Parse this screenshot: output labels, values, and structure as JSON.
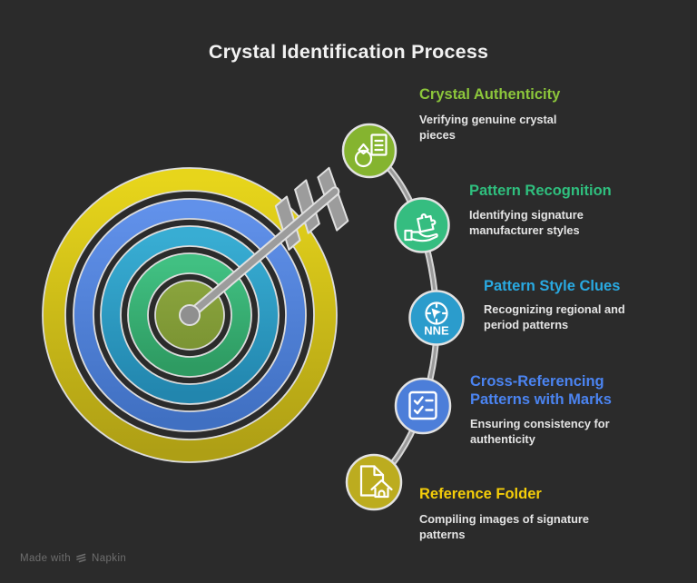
{
  "title": "Crystal Identification Process",
  "steps": [
    {
      "heading": "Crystal Authenticity",
      "description": "Verifying genuine crystal pieces",
      "heading_color": "#8CC63B",
      "circle_color": "#85B42F",
      "icon": "magnifier-ring-document-icon"
    },
    {
      "heading": "Pattern Recognition",
      "description": "Identifying signature manufacturer styles",
      "heading_color": "#2FBF7E",
      "circle_color": "#35BD80",
      "icon": "hand-holding-puzzle-icon"
    },
    {
      "heading": "Pattern Style Clues",
      "description": "Recognizing regional and period patterns",
      "heading_color": "#29A9E1",
      "circle_color": "#2B9CCC",
      "icon": "compass-icon",
      "compass_label": "NNE"
    },
    {
      "heading": "Cross-Referencing Patterns with Marks",
      "description": "Ensuring consistency for authenticity",
      "heading_color": "#4B84F1",
      "circle_color": "#4C7ED9",
      "icon": "checklist-icon"
    },
    {
      "heading": "Reference Folder",
      "description": "Compiling images of signature patterns",
      "heading_color": "#F4CD09",
      "circle_color": "#BCAC1F",
      "icon": "document-home-icon"
    }
  ],
  "target": {
    "rings": [
      {
        "name": "outer-yellow-ring",
        "color_top": "#E7D51B",
        "color_bottom": "#AE9F15"
      },
      {
        "name": "blue-ring",
        "color_top": "#6191EA",
        "color_bottom": "#4070C2"
      },
      {
        "name": "teal-ring",
        "color_top": "#38ADD3",
        "color_bottom": "#2286AE"
      },
      {
        "name": "green-ring",
        "color_top": "#41C082",
        "color_bottom": "#2E9B62"
      },
      {
        "name": "bullseye-center",
        "color_top": "#8AA43D",
        "color_bottom": "#7B9433"
      }
    ],
    "arrow_color": "#9C9C9C",
    "center_dot_color": "#8F8F8F"
  },
  "watermark": {
    "prefix": "Made with",
    "brand": "Napkin"
  }
}
